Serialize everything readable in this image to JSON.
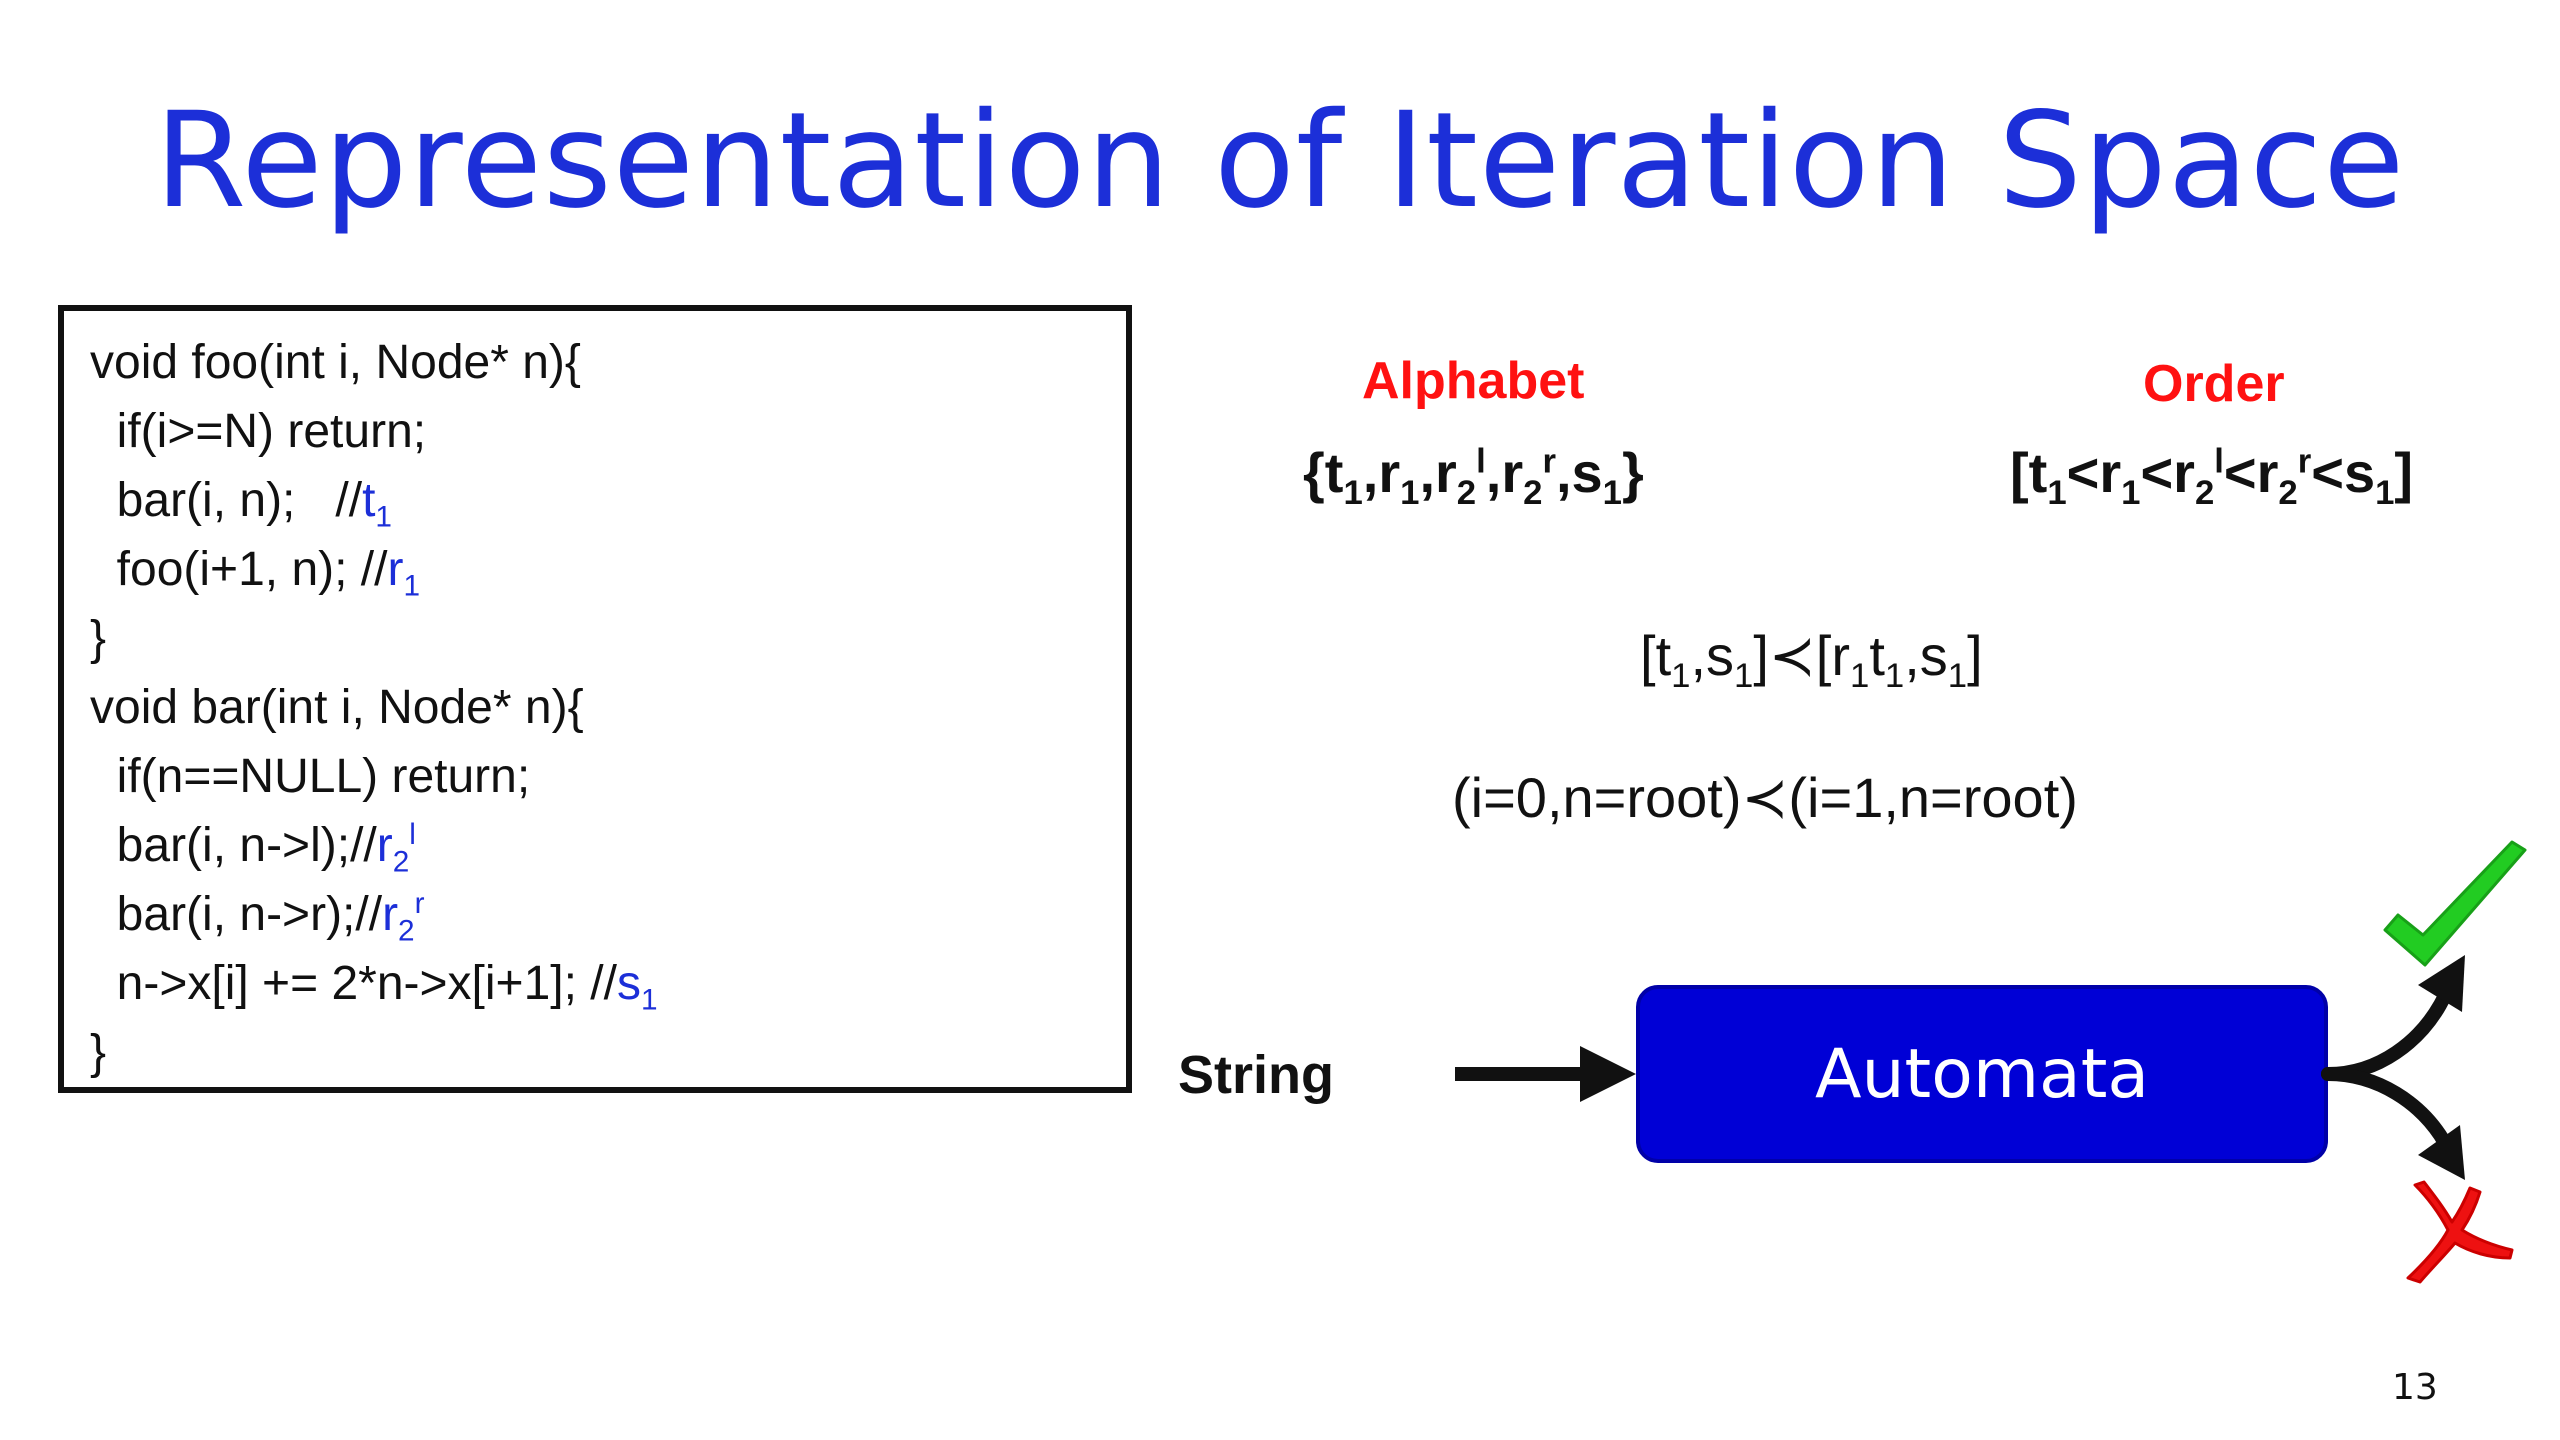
{
  "title": "Representation of Iteration Space",
  "code": [
    {
      "text": "void foo(int i, Node* n){"
    },
    {
      "text": "  if(i>=N) return;"
    },
    {
      "text": "  bar(i, n);   //",
      "ann": "t",
      "ann_sub": "1"
    },
    {
      "text": "  foo(i+1, n); //",
      "ann": "r",
      "ann_sub": "1"
    },
    {
      "text": "}"
    },
    {
      "text": "void bar(int i, Node* n){"
    },
    {
      "text": "  if(n==NULL) return;"
    },
    {
      "text": "  bar(i, n->l);//",
      "ann": "r",
      "ann_sub": "2",
      "ann_sup": "l"
    },
    {
      "text": "  bar(i, n->r);//",
      "ann": "r",
      "ann_sub": "2",
      "ann_sup": "r"
    },
    {
      "text": "  n->x[i] += 2*n->x[i+1]; //",
      "ann": "s",
      "ann_sub": "1"
    },
    {
      "text": "}"
    }
  ],
  "alphabet": {
    "label": "Alphabet",
    "open": "{",
    "t": "t",
    "t_sub": "1",
    "comma": ",",
    "r1": "r",
    "r1_sub": "1",
    "r2l": "r",
    "r2l_sub": "2",
    "r2l_sup": "l",
    "r2r": "r",
    "r2r_sub": "2",
    "r2r_sup": "r",
    "s": "s",
    "s_sub": "1",
    "close": "}"
  },
  "order": {
    "label": "Order",
    "open": "[",
    "t": "t",
    "t_sub": "1",
    "lt": "<",
    "r1": "r",
    "r1_sub": "1",
    "r2l": "r",
    "r2l_sub": "2",
    "r2l_sup": "l",
    "r2r": "r",
    "r2r_sub": "2",
    "r2r_sup": "r",
    "s": "s",
    "s_sub": "1",
    "close": "]"
  },
  "string_compare": {
    "left_open": "[",
    "t": "t",
    "t_sub": "1",
    "comma": ",",
    "s": "s",
    "s_sub": "1",
    "left_close": "]",
    "prec": "≺",
    "right_open": "[",
    "r": "r",
    "r_sub": "1",
    "t2": "t",
    "t2_sub": "1",
    "comma2": ",",
    "s2": "s",
    "s2_sub": "1",
    "right_close": "]"
  },
  "iter_compare": "(i=0,n=root)≺(i=1,n=root)",
  "string_label": "String",
  "automata_label": "Automata",
  "accept_icon": "check-icon",
  "reject_icon": "cross-icon",
  "page_number": "13",
  "colors": {
    "title": "#1c2fd8",
    "annotation": "#1c2fd8",
    "label_red": "#ff1111",
    "automata_fill": "#0000d6",
    "check": "#22cc22",
    "cross": "#ee1111"
  }
}
